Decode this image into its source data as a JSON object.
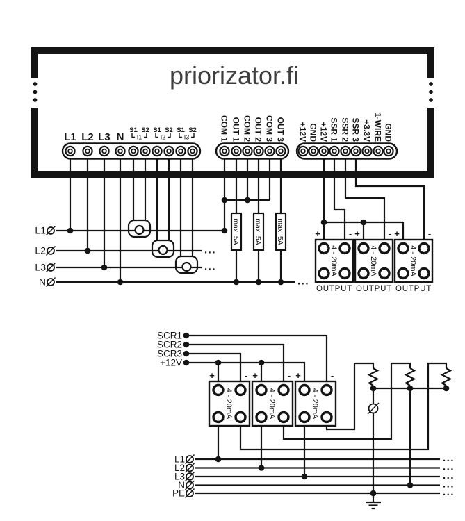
{
  "device": {
    "title": "priorizator.fi",
    "terminals": {
      "power": [
        "L1",
        "L2",
        "L3",
        "N"
      ],
      "ct_inputs": [
        "S1",
        "S2",
        "S1",
        "S2",
        "S1",
        "S2"
      ],
      "ct_groups": [
        "I1",
        "I2",
        "I3"
      ],
      "relay": [
        "COM 1",
        "OUT 1",
        "COM 2",
        "OUT 2",
        "COM 3",
        "OUT 3"
      ],
      "io": [
        "+12V",
        "GND",
        "+12V",
        "SSR 1",
        "SSR 2",
        "SSR 3",
        "+3.3V",
        "1-WIRE",
        "GND"
      ]
    }
  },
  "upper_circuit": {
    "feed_lines": [
      "L1",
      "L2",
      "L3",
      "N"
    ],
    "fuse_labels": [
      "max. 5A",
      "max. 5A",
      "max. 5A"
    ],
    "module": {
      "plus": "+",
      "minus": "-",
      "range": "4 - 20mA",
      "caption": "OUTPUT"
    },
    "continuation": "..."
  },
  "lower_circuit": {
    "control_lines": [
      "SCR1",
      "SCR2",
      "SCR3",
      "+12V"
    ],
    "module": {
      "plus": "+",
      "minus": "-",
      "range": "4 - 20mA"
    },
    "mains_lines": [
      "L1",
      "L2",
      "L3",
      "N",
      "PE"
    ],
    "continuation": "..."
  }
}
